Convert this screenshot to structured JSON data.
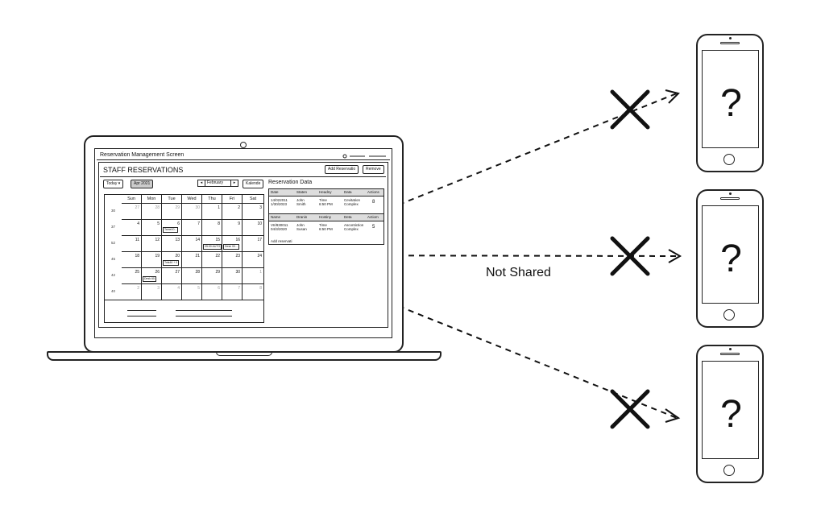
{
  "app": {
    "window_title": "Reservation Management Screen",
    "page_title": "STAFF RESERVATIONS",
    "add_button": "Add Reservatio",
    "remove_button": "Remove",
    "today_button": "Today ▾",
    "month_year": "Apr 2021",
    "month_nav_label": "February",
    "prev_icon": "◂",
    "next_icon": "▸",
    "kalender_button": "Kalende"
  },
  "calendar": {
    "weekdays": [
      "Sun",
      "Mon",
      "Tue",
      "Wed",
      "Thu",
      "Fri",
      "Sat"
    ],
    "week_numbers": [
      "30",
      "37",
      "52",
      "45",
      "42",
      "40"
    ],
    "weeks": [
      [
        "27",
        "28",
        "29",
        "30",
        "1",
        "2",
        "3"
      ],
      [
        "4",
        "5",
        "6",
        "7",
        "8",
        "9",
        "10"
      ],
      [
        "11",
        "12",
        "13",
        "14",
        "15",
        "16",
        "17"
      ],
      [
        "18",
        "19",
        "20",
        "21",
        "22",
        "23",
        "24"
      ],
      [
        "25",
        "26",
        "27",
        "28",
        "29",
        "30",
        "1"
      ],
      [
        "2",
        "3",
        "4",
        "5",
        "6",
        "7",
        "8"
      ]
    ],
    "events": {
      "e1": "Tame10...",
      "e2": "05:00 AUTO",
      "e3": "Desk 00...",
      "e4": "Tots46 + 0",
      "e5": "Desk 60"
    }
  },
  "reservation": {
    "title": "Reservation Data",
    "header1": [
      "Date",
      "Staten",
      "Headny",
      "Data",
      "Actions"
    ],
    "row1": [
      "14/022011\n1/30/2023",
      "John\nSmith",
      "Time\n6:50 PM",
      "Cevitation\nComplex",
      "8"
    ],
    "header2": [
      "Name",
      "Dranin",
      "Hostiny",
      "Deta",
      "Actiom"
    ],
    "row2": [
      "VII/830011\n04/3/2020",
      "John\nSusan",
      "Time\n6:50 PM",
      "Ascontiction\nComplex",
      "5"
    ],
    "add_link": "Add reservati"
  },
  "diagram": {
    "not_shared_label": "Not Shared",
    "phone_question": "?",
    "blocked_icon": "x-mark-icon"
  }
}
